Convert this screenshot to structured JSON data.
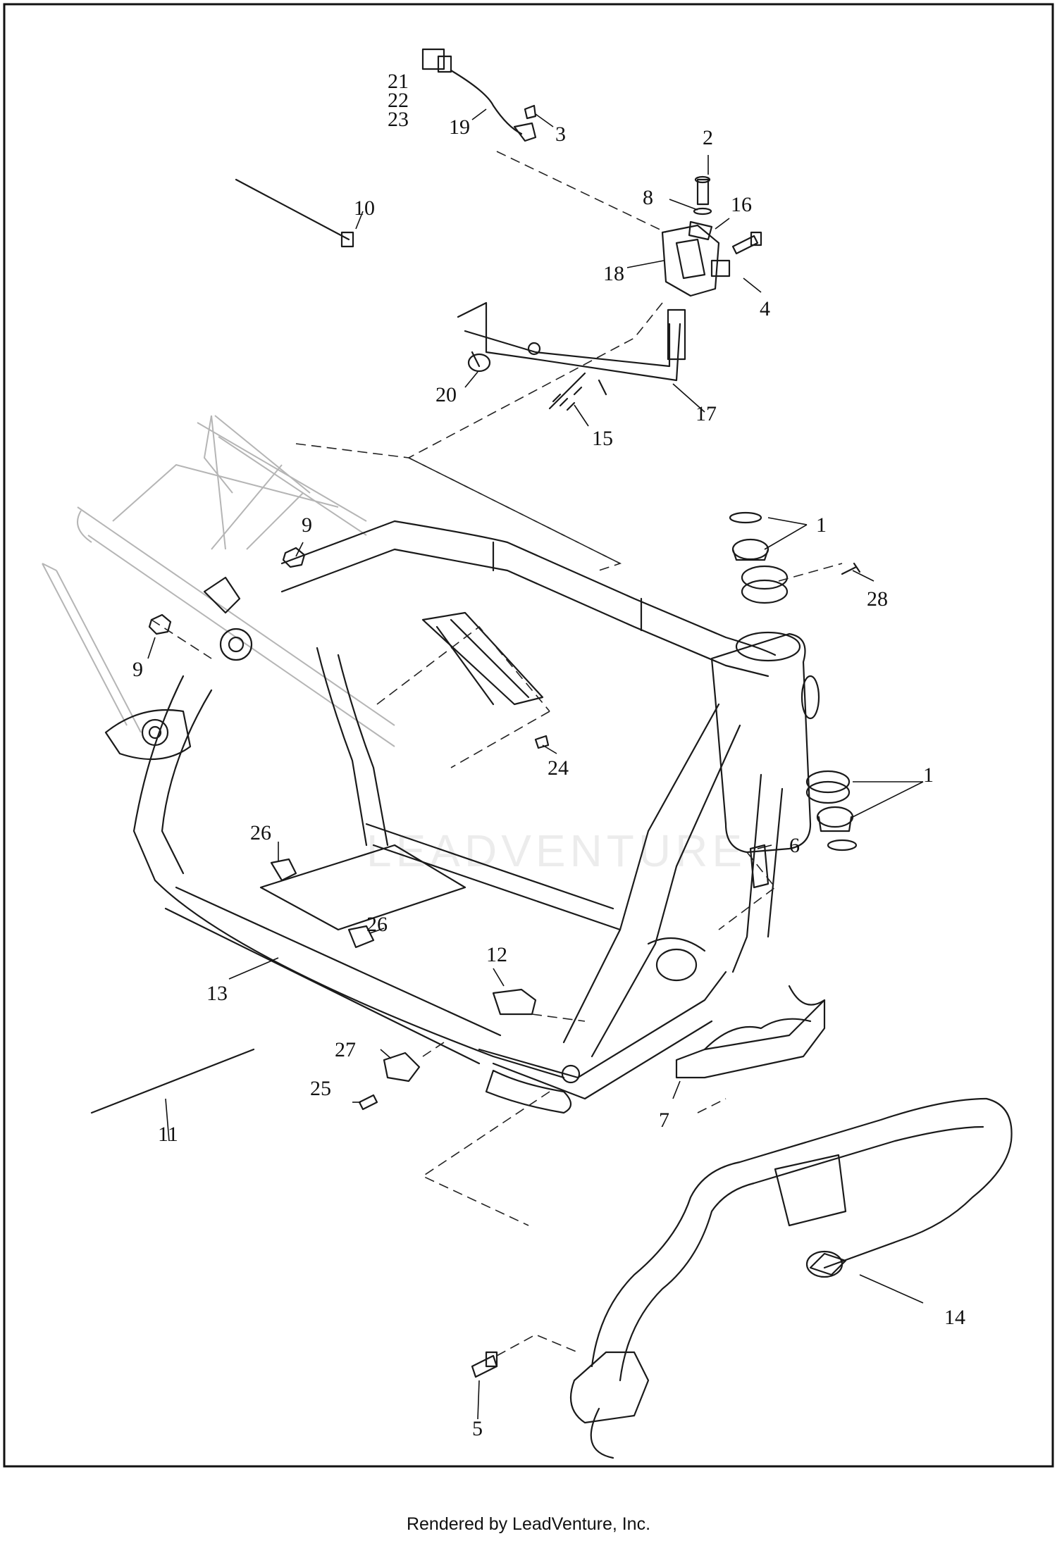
{
  "callouts": {
    "c1a": "1",
    "c1b": "1",
    "c2": "2",
    "c3": "3",
    "c4": "4",
    "c5": "5",
    "c6": "6",
    "c7": "7",
    "c8": "8",
    "c9a": "9",
    "c9b": "9",
    "c10": "10",
    "c11": "11",
    "c12": "12",
    "c13": "13",
    "c14": "14",
    "c15": "15",
    "c16": "16",
    "c17": "17",
    "c18": "18",
    "c19": "19",
    "c20": "20",
    "c21": "21",
    "c22": "22",
    "c23": "23",
    "c24": "24",
    "c25": "25",
    "c26a": "26",
    "c26b": "26",
    "c27": "27",
    "c28": "28"
  },
  "watermark": "LEADVENTURE",
  "footer": "Rendered by LeadVenture, Inc.",
  "colors": {
    "line": "#111111",
    "faint": "#b5b5b5",
    "background": "#ffffff"
  }
}
